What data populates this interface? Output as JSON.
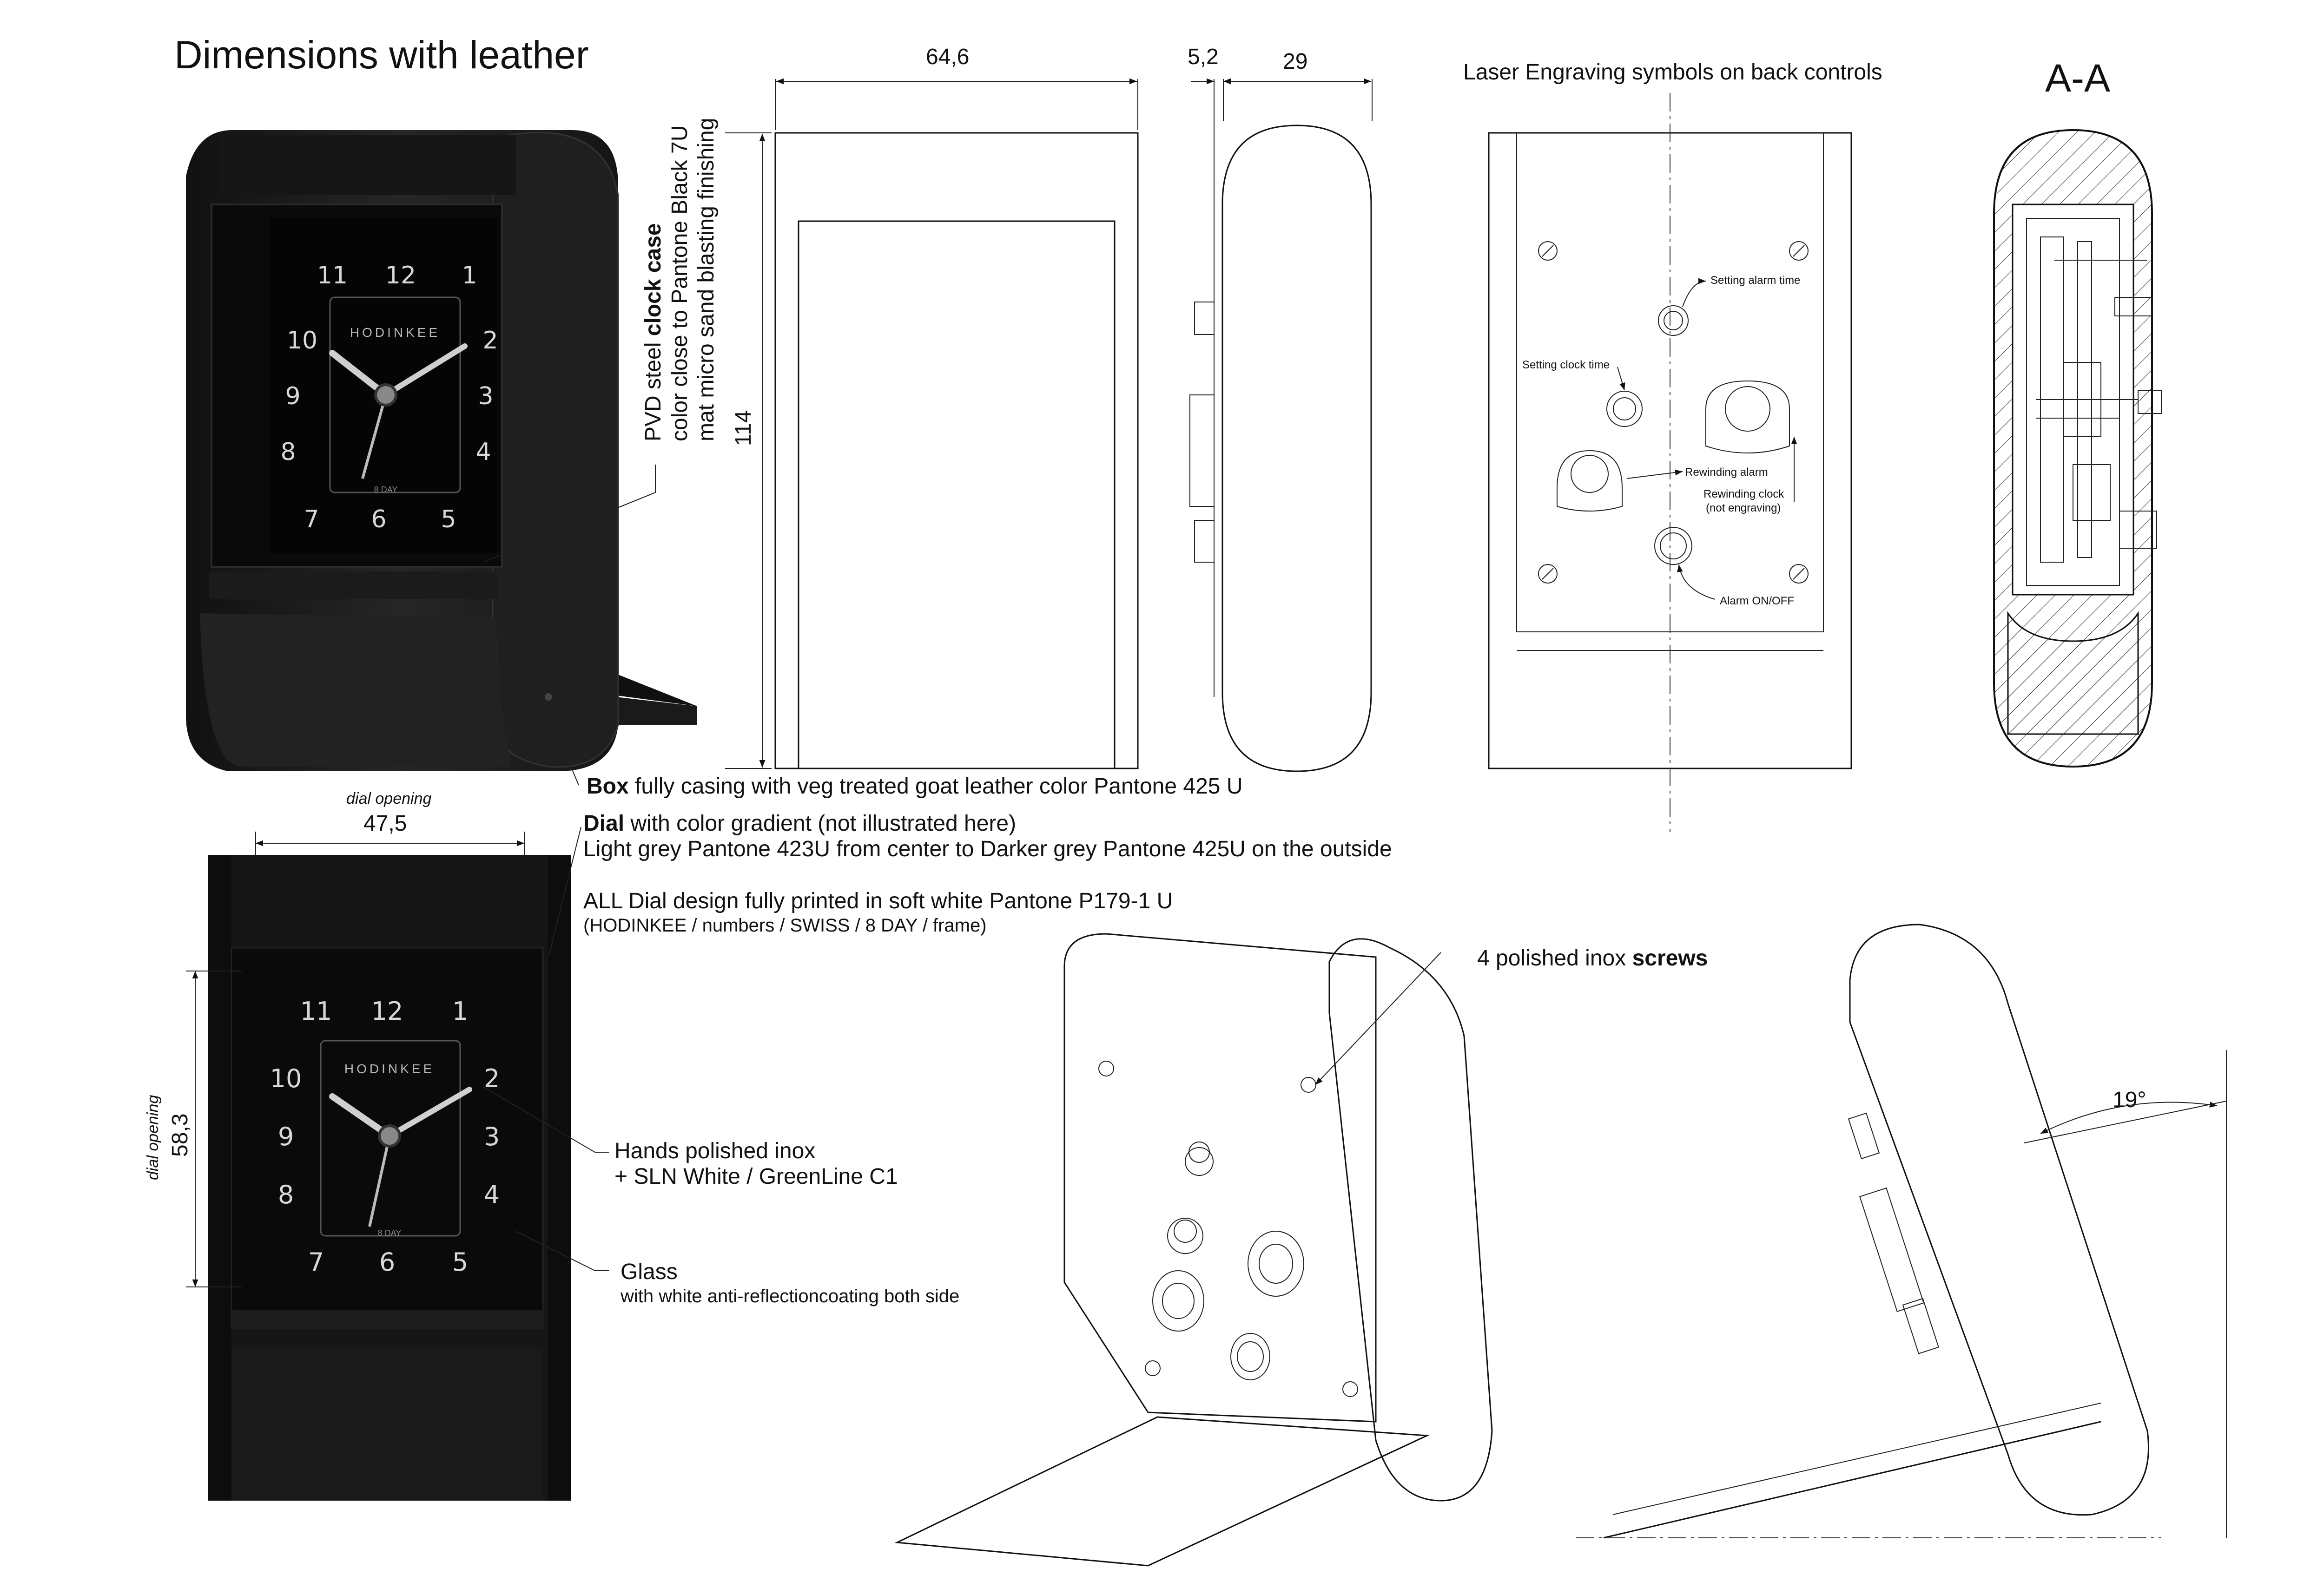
{
  "title": "Dimensions with leather",
  "labels": {
    "case_line1_pre": "PVD steel ",
    "case_line1_bold": "clock case",
    "case_line2": "color close to Pantone Black 7U",
    "case_line3": "mat micro sand blasting finishing",
    "box_bold": "Box",
    "box_rest": " fully casing with veg treated goat leather color Pantone 425 U",
    "dial_bold": "Dial",
    "dial_rest": " with color gradient (not illustrated here)",
    "dial_line2": "Light grey Pantone 423U from center to Darker grey Pantone 425U on the outside",
    "print_line1": "ALL Dial design fully printed in soft white Pantone P179-1 U",
    "print_line2": "(HODINKEE / numbers / SWISS / 8 DAY / frame)",
    "hands_line1": "Hands polished inox",
    "hands_line2": "+ SLN White / GreenLine C1",
    "glass_line1": "Glass",
    "glass_line2": "with white anti-reflectioncoating both side",
    "screws_pre": "4 polished inox ",
    "screws_bold": "screws",
    "laser": "Laser Engraving symbols on back controls",
    "section": "A-A",
    "setting_alarm": "Setting alarm time",
    "setting_clock": "Setting clock time",
    "rewinding_alarm": "Rewinding alarm",
    "rewinding_clock_1": "Rewinding clock",
    "rewinding_clock_2": "(not engraving)",
    "alarm_onoff": "Alarm ON/OFF",
    "dial_opening": "dial opening",
    "dial_opening_v": "dial opening"
  },
  "dimensions": {
    "width": "64,6",
    "thin": "5,2",
    "depth": "29",
    "height": "114",
    "dial_w": "47,5",
    "dial_h": "58,3",
    "angle": "19°"
  },
  "dial": {
    "brand": "HODINKEE",
    "sub": "8 DAY",
    "numbers": [
      "11",
      "12",
      "1",
      "2",
      "3",
      "4",
      "5",
      "6",
      "7",
      "8",
      "9",
      "10"
    ]
  },
  "colors": {
    "case": "#1c1c1c",
    "dial": "#0b0b0b",
    "line": "#111111"
  }
}
